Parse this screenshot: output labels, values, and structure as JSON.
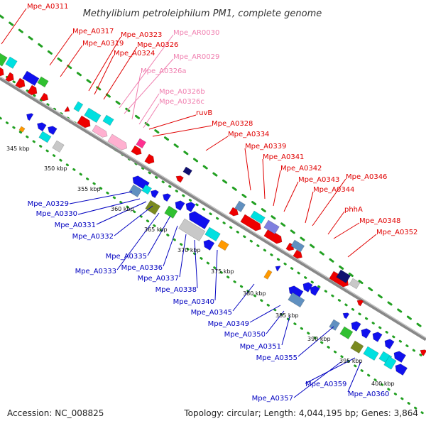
{
  "title": "Methylibium petroleiphilum PM1, complete genome",
  "footer": {
    "accession": "Accession: NC_008825",
    "topology": "Topology: circular; Length: 4,044,195 bp; Genes: 3,864"
  },
  "colors": {
    "backbone": "#888888",
    "forward_label": "#e00000",
    "rna_label": "#f080b0",
    "reverse_label": "#0000c0",
    "dots": "#22a022",
    "tick_dots": "#22a022"
  },
  "ticks": [
    "345 kbp",
    "350 kbp",
    "355 kbp",
    "360 kbp",
    "365 kbp",
    "370 kbp",
    "375 kbp",
    "380 kbp",
    "385 kbp",
    "390 kbp",
    "395 kbp",
    "400 kbp"
  ],
  "labels": {
    "top_red": [
      "Mpe_A0311",
      "Mpe_A0317",
      "Mpe_A0319",
      "Mpe_A0323",
      "Mpe_A0324",
      "Mpe_A0326",
      "ruvB",
      "Mpe_A0328",
      "Mpe_A0334",
      "Mpe_A0339",
      "Mpe_A0341",
      "Mpe_A0342",
      "Mpe_A0343",
      "Mpe_A0346",
      "Mpe_A0344",
      "phhA",
      "Mpe_A0348",
      "Mpe_A0352"
    ],
    "top_pink": [
      "Mpe_AR0030",
      "Mpe_AR0029",
      "Mpe_A0326a",
      "Mpe_A0326b",
      "Mpe_A0326c"
    ],
    "bottom_blue": [
      "Mpe_A0329",
      "Mpe_A0330",
      "Mpe_A0331",
      "Mpe_A0332",
      "Mpe_A0335",
      "Mpe_A0333",
      "Mpe_A0336",
      "Mpe_A0337",
      "Mpe_A0338",
      "Mpe_A0340",
      "Mpe_A0345",
      "Mpe_A0349",
      "Mpe_A0350",
      "Mpe_A0351",
      "Mpe_A0355",
      "Mpe_A0359",
      "Mpe_A0357",
      "Mpe_A0360"
    ]
  }
}
